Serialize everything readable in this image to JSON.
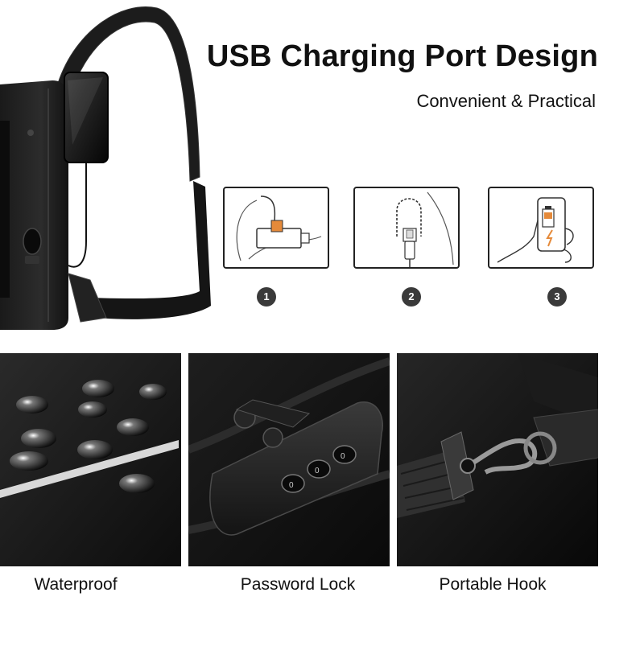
{
  "header": {
    "title": "USB Charging Port Design",
    "subtitle": "Convenient & Practical"
  },
  "steps": [
    {
      "number": "1",
      "icon": "usb-cable-icon"
    },
    {
      "number": "2",
      "icon": "usb-plug-icon"
    },
    {
      "number": "3",
      "icon": "phone-charging-icon"
    }
  ],
  "features": [
    {
      "label": "Waterproof"
    },
    {
      "label": "Password Lock"
    },
    {
      "label": "Portable Hook"
    }
  ],
  "colors": {
    "text": "#111111",
    "panel": "#111111",
    "badge": "#3a3a3a",
    "background": "#ffffff"
  }
}
